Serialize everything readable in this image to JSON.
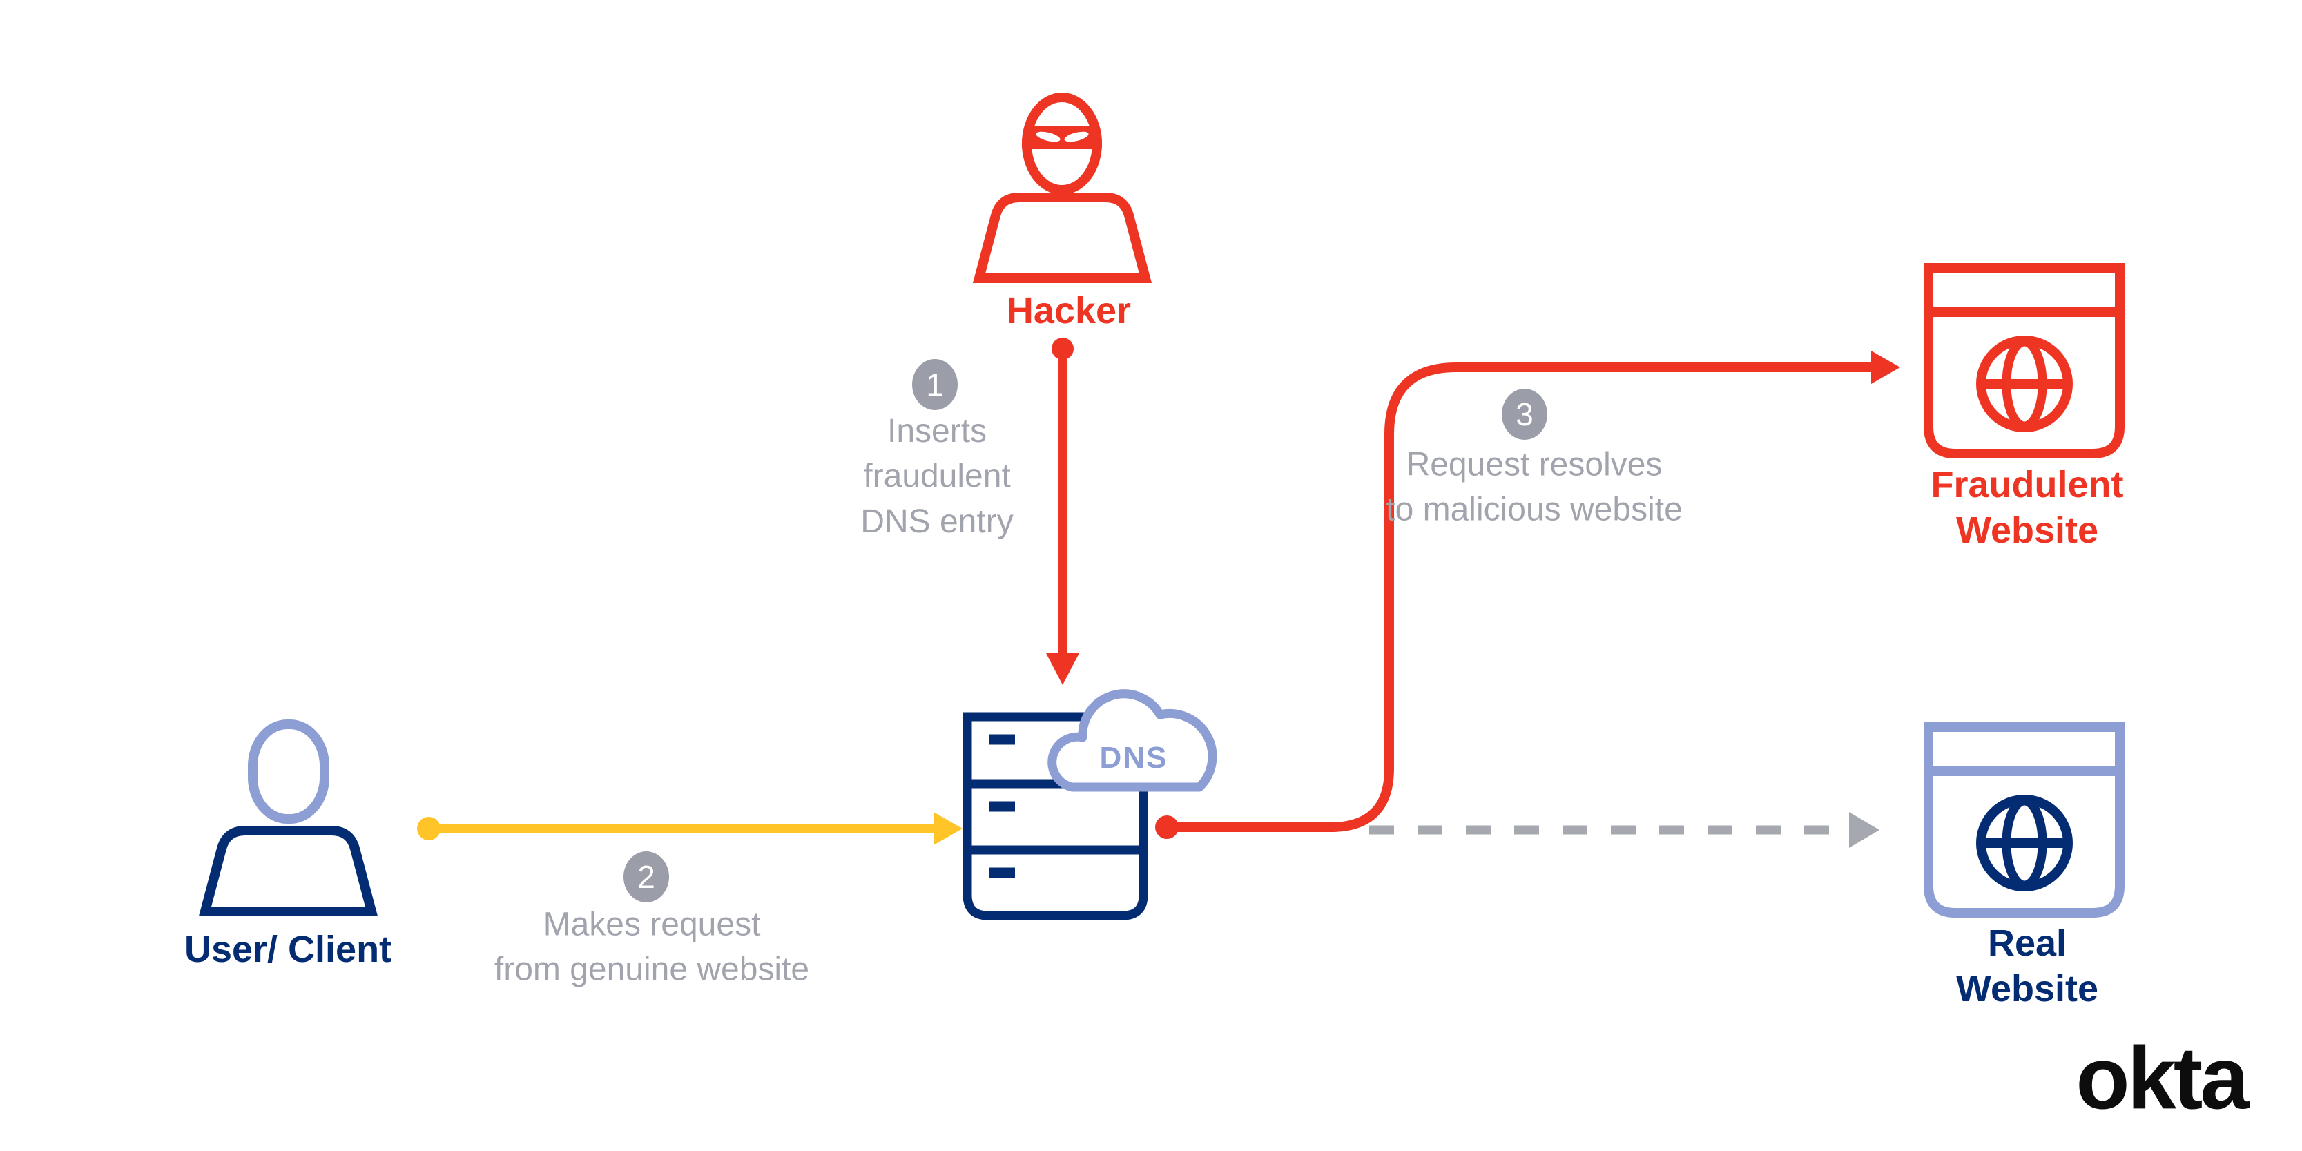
{
  "colors": {
    "red": "#EE3524",
    "yellow": "#FEC428",
    "navy": "#042C72",
    "periwinkle": "#8C9ED3",
    "gray_text": "#A2A4AD",
    "gray_badge": "#9B9EA8",
    "gray_dash": "#A6A8B0",
    "logo_black": "#0D0D0D"
  },
  "nodes": {
    "hacker": {
      "label": "Hacker",
      "icon": "masked-hacker-icon"
    },
    "user": {
      "label": "User/ Client",
      "icon": "person-icon"
    },
    "dns": {
      "label": "DNS",
      "icon": "server-with-cloud-icon"
    },
    "fraudulent_website": {
      "label": "Fraudulent\nWebsite",
      "icon": "browser-globe-icon"
    },
    "real_website": {
      "label": "Real\nWebsite",
      "icon": "browser-globe-icon"
    }
  },
  "steps": [
    {
      "number": "1",
      "text": "Inserts\nfraudulent\nDNS entry"
    },
    {
      "number": "2",
      "text": "Makes request\nfrom genuine website"
    },
    {
      "number": "3",
      "text": "Request resolves\nto malicious website"
    }
  ],
  "logo": {
    "text": "okta"
  }
}
